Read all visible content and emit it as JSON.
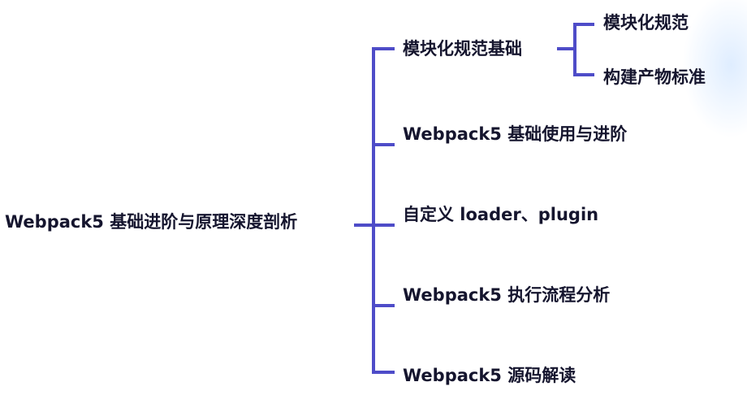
{
  "mindmap": {
    "root": "Webpack5 基础进阶与原理深度剖析",
    "children": [
      {
        "label": "模块化规范基础",
        "children": [
          {
            "label": "模块化规范"
          },
          {
            "label": "构建产物标准"
          }
        ]
      },
      {
        "label": "Webpack5 基础使用与进阶"
      },
      {
        "label": "自定义 loader、plugin"
      },
      {
        "label": "Webpack5 执行流程分析"
      },
      {
        "label": "Webpack5 源码解读"
      }
    ]
  },
  "colors": {
    "connector": "#4e4cc8",
    "text": "#15152e",
    "glow": "#ddecff"
  }
}
